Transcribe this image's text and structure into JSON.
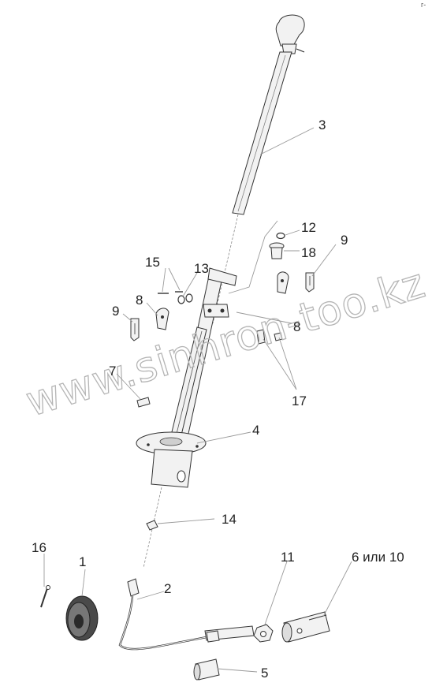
{
  "corner_mark": "г-",
  "watermark": "www.sinhron-too.kz",
  "callouts": {
    "c1": "1",
    "c2": "2",
    "c3": "3",
    "c4": "4",
    "c5": "5",
    "c6": "6 или 10",
    "c7": "7",
    "c8a": "8",
    "c8b": "8",
    "c9a": "9",
    "c9b": "9",
    "c11": "11",
    "c12": "12",
    "c13": "13",
    "c14": "14",
    "c15": "15",
    "c16": "16",
    "c17": "17",
    "c18": "18"
  }
}
